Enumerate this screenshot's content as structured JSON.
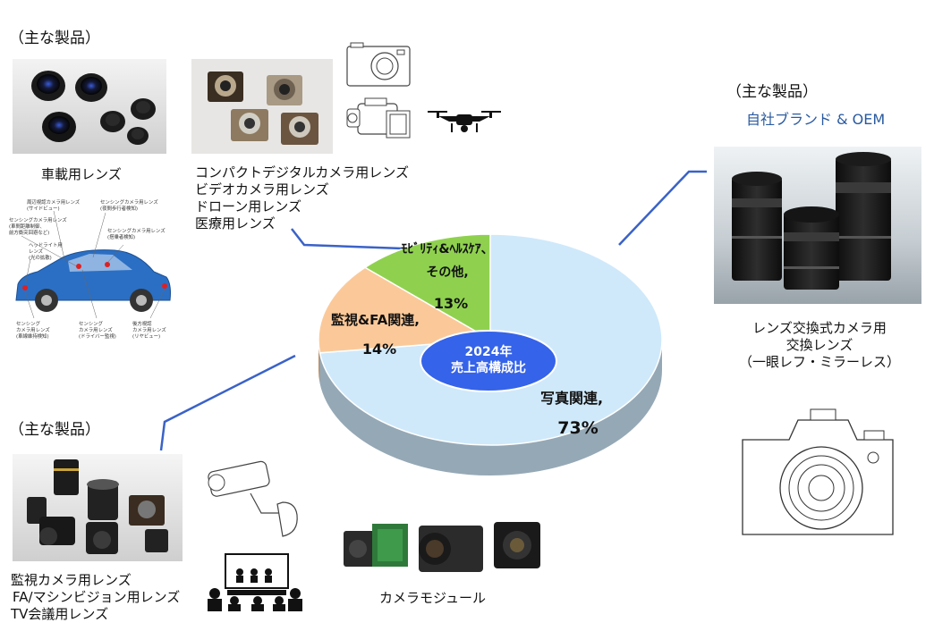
{
  "left_top": {
    "header": "（主な製品）",
    "auto_label": "車載用レンズ",
    "compact_lines": [
      "コンパクトデジタルカメラ用レンズ",
      "ビデオカメラ用レンズ",
      "ドローン用レンズ",
      "医療用レンズ"
    ]
  },
  "car_diagram": {
    "labels": [
      "周辺視認カメラ用レンズ",
      "(サイドビュー)",
      "センシングカメラ用レンズ",
      "(夜間歩行者検知)",
      "センシングカメラ用レンズ",
      "(車間距離制御、",
      "前方衝突回避など)",
      "センシングカメラ用レンズ",
      "(搭乗者検知)",
      "ヘッドライト用",
      "レンズ",
      "(光の拡散)",
      "センシング",
      "カメラ用レンズ",
      "(車線維持検知)",
      "センシング",
      "カメラ用レンズ",
      "(ドライバー監視)",
      "後方視認",
      "カメラ用レンズ",
      "(リヤビュー)"
    ]
  },
  "left_bottom": {
    "header": "（主な製品）",
    "lines": [
      "監視カメラ用レンズ",
      "FA/マシンビジョン用レンズ",
      "TV会議用レンズ"
    ],
    "module_label": "カメラモジュール"
  },
  "right": {
    "header": "（主な製品）",
    "subheader": "自社ブランド & OEM",
    "lines": [
      "レンズ交換式カメラ用",
      "交換レンズ",
      "（一眼レフ・ミラーレス）"
    ]
  },
  "chart_data": {
    "type": "pie",
    "center_label": [
      "2024年",
      "売上高構成比"
    ],
    "slices": [
      {
        "name": "写真関連,",
        "value": 73,
        "value_label": "73%",
        "color": "#cfe9fb"
      },
      {
        "name": "監視&FA関連,",
        "value": 14,
        "value_label": "14%",
        "color": "#fbc999"
      },
      {
        "name_lines": [
          "ﾓﾋﾞﾘﾃｨ&ﾍﾙｽｹｱ、",
          "その他,"
        ],
        "value": 13,
        "value_label": "13%",
        "color": "#8fd14f"
      }
    ],
    "center_color": "#3563e9"
  }
}
